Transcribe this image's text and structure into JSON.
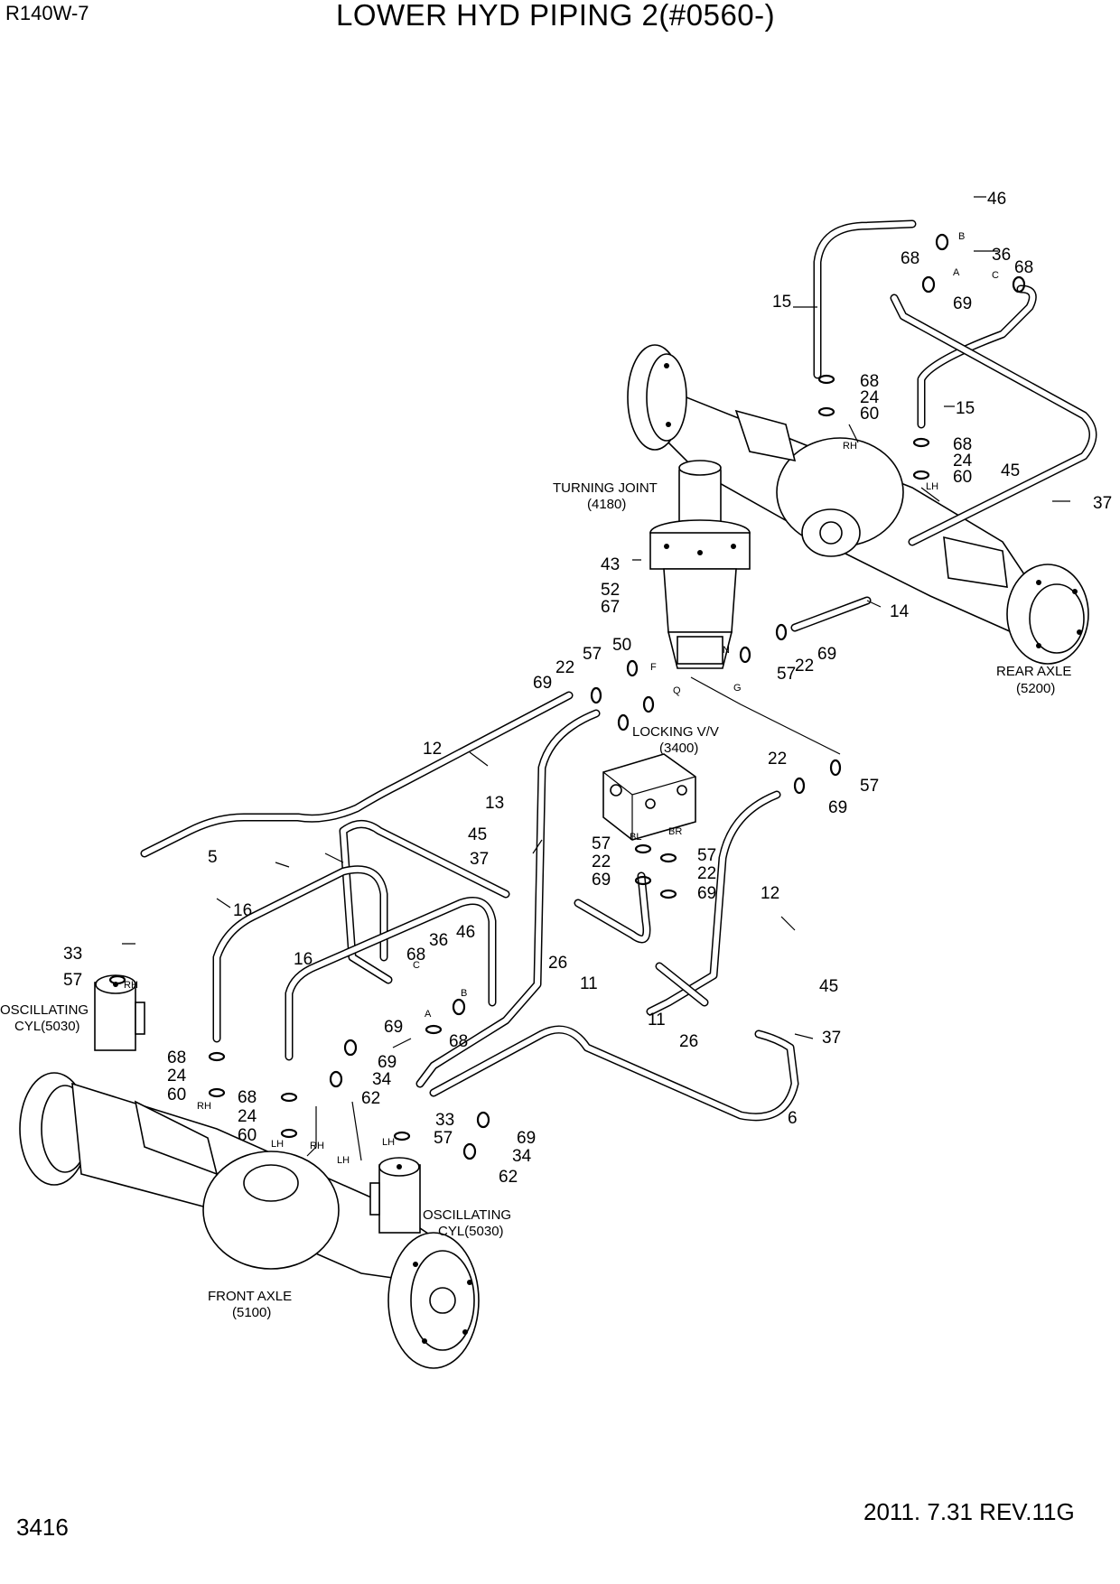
{
  "header": {
    "model": "R140W-7",
    "title": "LOWER HYD PIPING 2(#0560-)"
  },
  "footer": {
    "page_number": "3416",
    "date_rev": "2011. 7.31  REV.11G"
  },
  "captions": {
    "turning_joint": [
      "TURNING JOINT",
      "(4180)"
    ],
    "locking_vv": [
      "LOCKING V/V",
      "(3400)"
    ],
    "rear_axle": [
      "REAR AXLE",
      "(5200)"
    ],
    "osc_cyl_left": [
      "OSCILLATING",
      "CYL(5030)"
    ],
    "osc_cyl_right": [
      "OSCILLATING",
      "CYL(5030)"
    ],
    "front_axle": [
      "FRONT AXLE",
      "(5100)"
    ]
  },
  "part_labels": [
    "46",
    "68",
    "36",
    "68",
    "15",
    "69",
    "68",
    "24",
    "60",
    "15",
    "68",
    "24",
    "60",
    "45",
    "37",
    "43",
    "52",
    "67",
    "50",
    "57",
    "14",
    "22",
    "69",
    "57",
    "22",
    "69",
    "12",
    "13",
    "57",
    "22",
    "69",
    "45",
    "37",
    "5",
    "16",
    "36",
    "46",
    "68",
    "26",
    "11",
    "57",
    "22",
    "69",
    "12",
    "33",
    "57",
    "16",
    "68",
    "24",
    "60",
    "69",
    "68",
    "69",
    "34",
    "62",
    "68",
    "24",
    "60",
    "11",
    "26",
    "45",
    "37",
    "33",
    "57",
    "69",
    "34",
    "62",
    "6",
    "22",
    "57",
    "69"
  ],
  "port_labels": [
    "B",
    "A",
    "C",
    "RH",
    "LH",
    "N",
    "F",
    "Q",
    "G",
    "BL",
    "BR",
    "C",
    "B",
    "A",
    "RH",
    "RH",
    "LH",
    "RH",
    "LH",
    "LH"
  ]
}
